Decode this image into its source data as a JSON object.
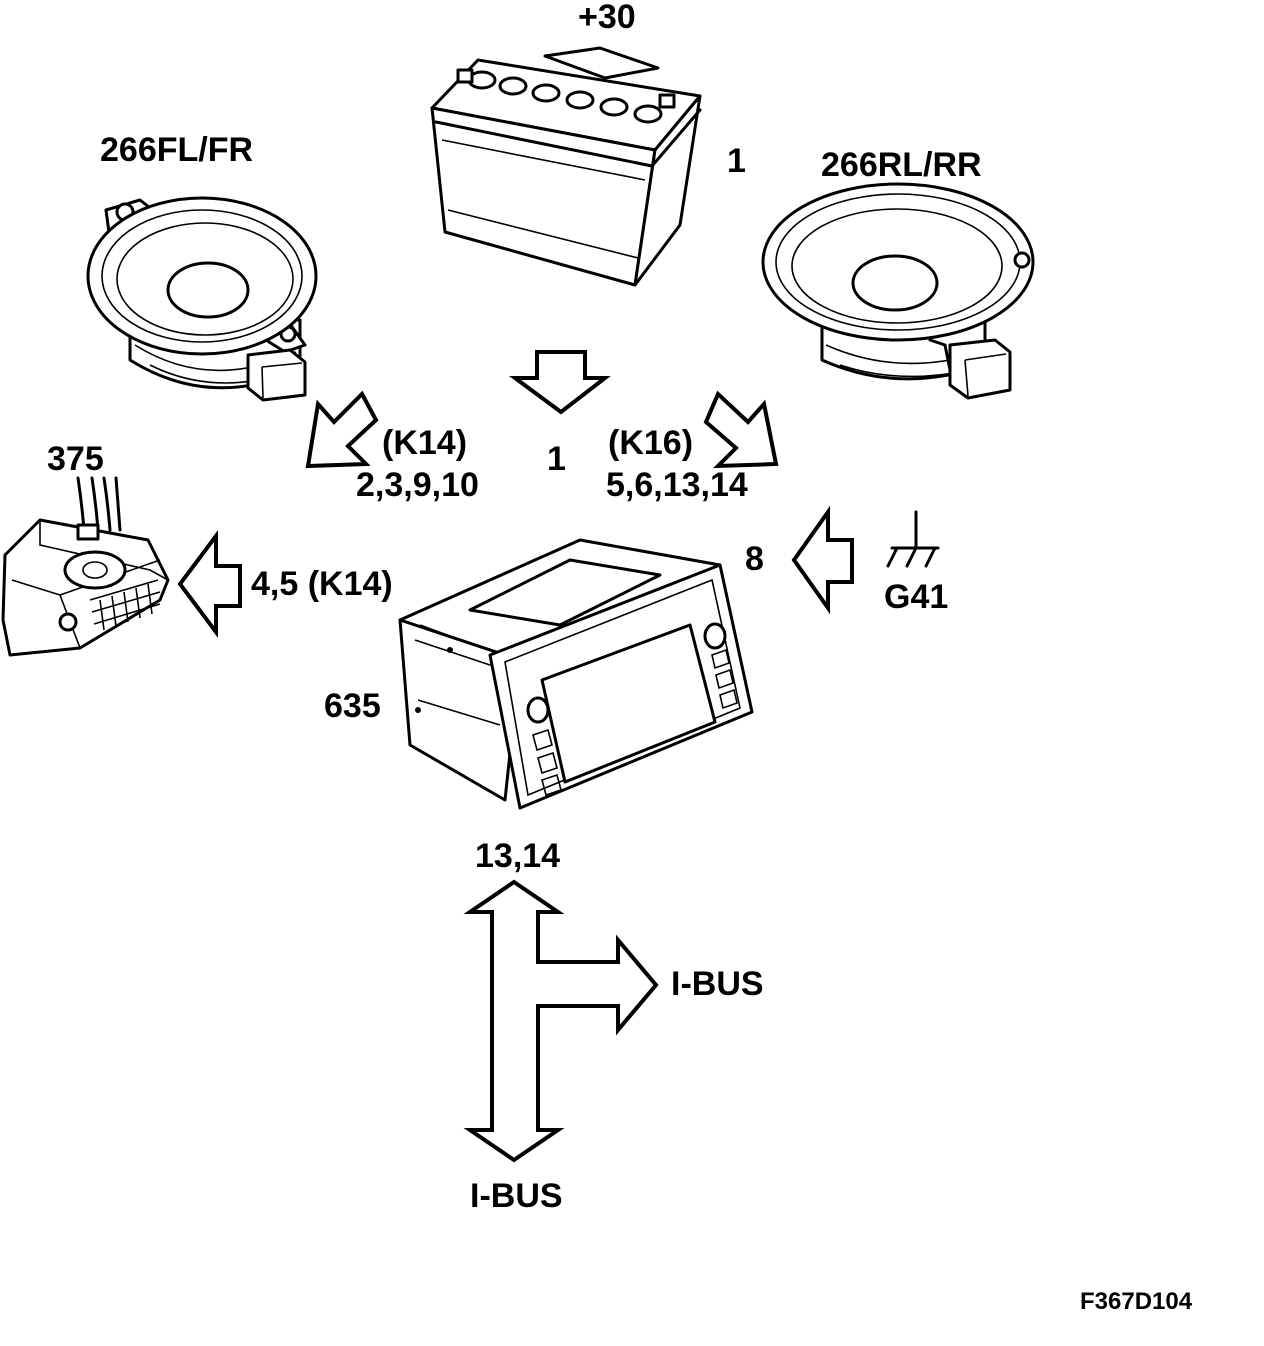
{
  "labels": {
    "battery_terminal": "+30",
    "battery_id": "1",
    "speaker_front": "266FL/FR",
    "speaker_rear": "266RL/RR",
    "connector": "375",
    "radio_unit": "635",
    "ground": "G41",
    "arrow_battery_pin": "1",
    "front_speaker_conn": "(K14)",
    "front_speaker_pins": "2,3,9,10",
    "rear_speaker_conn": "(K16)",
    "rear_speaker_pins": "5,6,13,14",
    "connector_pins": "4,5 (K14)",
    "ground_pin": "8",
    "bus_pins": "13,14",
    "bus_right": "I-BUS",
    "bus_bottom": "I-BUS",
    "figure_ref": "F367D104"
  },
  "components": [
    {
      "name": "battery",
      "id": "1"
    },
    {
      "name": "front-speaker",
      "id": "266FL/FR"
    },
    {
      "name": "rear-speaker",
      "id": "266RL/RR"
    },
    {
      "name": "connector",
      "id": "375"
    },
    {
      "name": "infotainment-unit",
      "id": "635"
    },
    {
      "name": "ground-point",
      "id": "G41"
    }
  ]
}
